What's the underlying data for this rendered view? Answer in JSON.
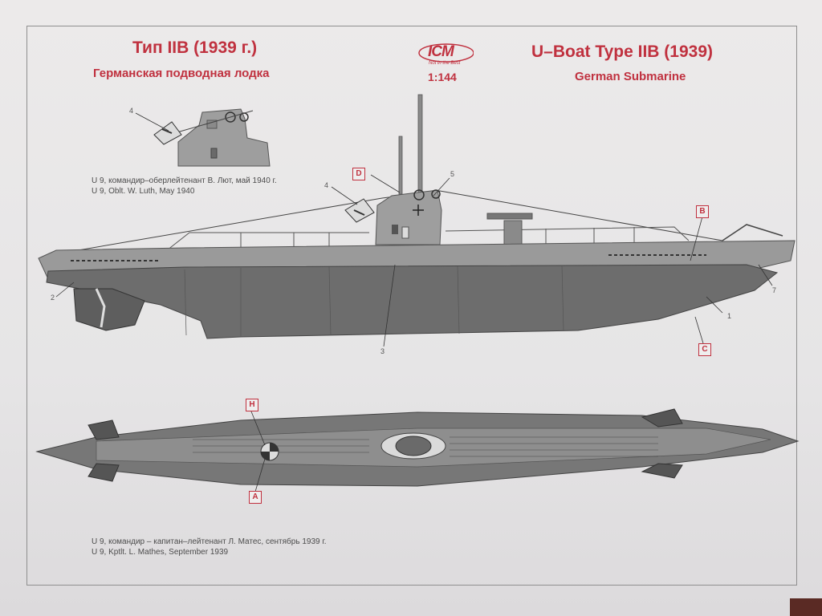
{
  "header": {
    "title_ru": "Тип IIB (1939 г.)",
    "subtitle_ru": "Германская подводная лодка",
    "title_en": "U–Boat Type IIB (1939)",
    "subtitle_en": "German Submarine",
    "logo": "ICM",
    "logo_tagline": "Not in the Best",
    "scale": "1:144"
  },
  "captions": {
    "luth_ru": "U 9, командир–оберлейтенант В. Лют, май 1940 г.",
    "luth_en": "U 9, Oblt. W. Luth, May 1940",
    "mathes_ru": "U 9, командир – капитан–лейтенант Л. Матес, сентябрь 1939 г.",
    "mathes_en": "U 9, Kptlt. L. Mathes, September 1939"
  },
  "markers": {
    "A": "A",
    "B": "B",
    "C": "C",
    "D": "D",
    "H": "H"
  },
  "numbers": {
    "n1": "1",
    "n2": "2",
    "n3": "3",
    "n4a": "4",
    "n4b": "4",
    "n5": "5",
    "n7": "7"
  },
  "colors": {
    "accent": "#c0313f",
    "hull_dark": "#6d6d6d",
    "hull_light": "#9a9a9a",
    "line": "#3f3f3f"
  }
}
